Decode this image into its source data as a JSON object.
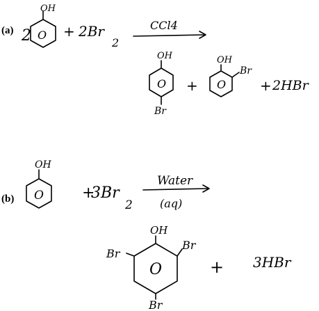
{
  "reaction_a": {
    "label": "(a)",
    "coef_phenol": "2",
    "plus_1": "+",
    "bromine": "2Br",
    "bromine_sub": "2",
    "condition": "CCl4",
    "plus_2": "+",
    "plus_3": "+",
    "hbr": "2HBr",
    "phenol_oh": "OH",
    "phenol_o": "O",
    "para_oh": "OH",
    "para_o": "O",
    "para_br": "Br",
    "ortho_oh": "OH",
    "ortho_o": "O",
    "ortho_br": "Br"
  },
  "reaction_b": {
    "label": "(b)",
    "phenol_oh": "OH",
    "phenol_o": "O",
    "plus_1": "+",
    "bromine": "3Br",
    "bromine_sub": "2",
    "condition_top": "Water",
    "condition_bottom": "(aq)",
    "product_oh": "OH",
    "product_o": "O",
    "product_br_left": "Br",
    "product_br_right": "Br",
    "product_br_bottom": "Br",
    "plus_2": "+",
    "hbr": "3HBr"
  }
}
